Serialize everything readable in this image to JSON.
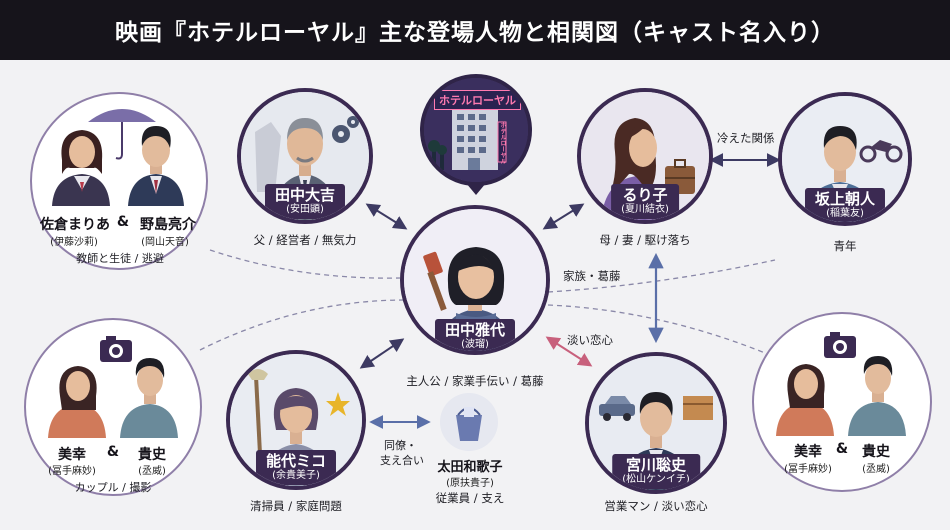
{
  "title": "映画『ホテルローヤル』主な登場人物と相関図（キャスト名入り）",
  "hotel_sign": "ホテルローヤル",
  "hotel_vertical_sign": "ホテルローヤル",
  "characters": {
    "masayo": {
      "name": "田中雅代",
      "actor": "(波瑠)",
      "desc": "主人公 / 家業手伝い / 葛藤"
    },
    "daikichi": {
      "name": "田中大吉",
      "actor": "(安田顕)",
      "desc": "父 / 経営者 / 無気力"
    },
    "ruriko": {
      "name": "るり子",
      "actor": "(夏川結衣)",
      "desc": "母 / 妻 / 駆け落ち"
    },
    "asato": {
      "name": "坂上朝人",
      "actor": "(稲葉友)",
      "desc": "青年"
    },
    "sakura_nojima": {
      "name1": "佐倉まりあ",
      "amp": "&",
      "name2": "野島亮介",
      "actor1": "(伊藤沙莉)",
      "actor2": "(岡山天音)",
      "desc": "教師と生徒 / 逃避"
    },
    "miko": {
      "name": "能代ミコ",
      "actor": "(余貴美子)",
      "desc": "清掃員 / 家庭問題"
    },
    "ota": {
      "name": "太田和歌子",
      "actor": "(原扶貴子)",
      "desc": "従業員 / 支え"
    },
    "miyakawa": {
      "name": "宮川聡史",
      "actor": "(松山ケンイチ)",
      "desc": "営業マン / 淡い恋心"
    },
    "couple_left": {
      "name1": "美幸",
      "amp": "&",
      "name2": "貴史",
      "actor1": "(冨手麻妙)",
      "actor2": "(丞威)",
      "desc": "カップル / 撮影"
    },
    "couple_right": {
      "name1": "美幸",
      "amp": "&",
      "name2": "貴史",
      "actor1": "(冨手麻妙)",
      "actor2": "(丞威)"
    }
  },
  "relations": {
    "cold": "冷えた関係",
    "family": "家族・葛藤",
    "love": "淡い恋心",
    "colleague_1": "同僚・",
    "colleague_2": "支え合い"
  },
  "colors": {
    "title_bg": "#16141b",
    "ring": "#3b2a52",
    "arrow": "#3d3a62",
    "love_arrow": "#c8607c",
    "family_arrow": "#5a6fa8"
  },
  "icons": [
    "umbrella-icon",
    "gears-icon",
    "suitcase-icon",
    "motorcycle-icon",
    "paint-brush-icon",
    "camera-icon",
    "car-icon",
    "box-icon",
    "mop-icon",
    "star-icon",
    "bucket-icon",
    "hotel-icon"
  ]
}
